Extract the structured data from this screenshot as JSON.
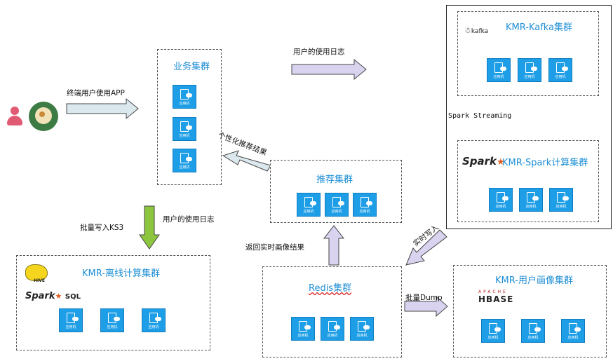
{
  "labels": {
    "terminal_app": "终端用户使用APP",
    "user_logs_top": "用户的使用日志",
    "personalized_result": "个性化推荐结果",
    "batch_write_ks3": "批量写入KS3",
    "user_logs_mid": "用户的使用日志",
    "return_portrait": "返回实时画像结果",
    "realtime_write": "实时写入",
    "batch_dump": "批量Dump",
    "spark_streaming": "Spark Streaming"
  },
  "clusters": {
    "business": {
      "title": "业务集群",
      "servers": [
        "应用机",
        "应用机",
        "应用机"
      ]
    },
    "kafka": {
      "title": "KMR-Kafka集群",
      "servers": [
        "应用机",
        "应用机",
        "应用机"
      ]
    },
    "spark_compute": {
      "title": "KMR-Spark计算集群",
      "servers": [
        "应用机",
        "应用机",
        "应用机"
      ]
    },
    "recommend": {
      "title": "推荐集群",
      "servers": [
        "应用机",
        "应用机",
        "应用机"
      ]
    },
    "offline": {
      "title": "KMR-离线计算集群",
      "servers": [
        "应用机",
        "应用机",
        "应用机"
      ]
    },
    "redis": {
      "title": "Redis集群",
      "servers": [
        "应用机",
        "应用机",
        "应用机"
      ]
    },
    "portrait": {
      "title": "KMR-用户画像集群",
      "servers": [
        "应用机",
        "应用机",
        "应用机"
      ]
    }
  },
  "logos": {
    "kafka": "kafka",
    "spark": "Spark",
    "spark_sql": "SQL",
    "hive": "HIVE",
    "hbase": "HBASE",
    "apache": "APACHE"
  },
  "colors": {
    "title_blue": "#1f8fd6",
    "server_blue": "#1e9ee6",
    "arrow_lavender": "#d9d3ef",
    "arrow_green": "#8cc63f",
    "arrow_light_blue": "#dbe9ef"
  }
}
